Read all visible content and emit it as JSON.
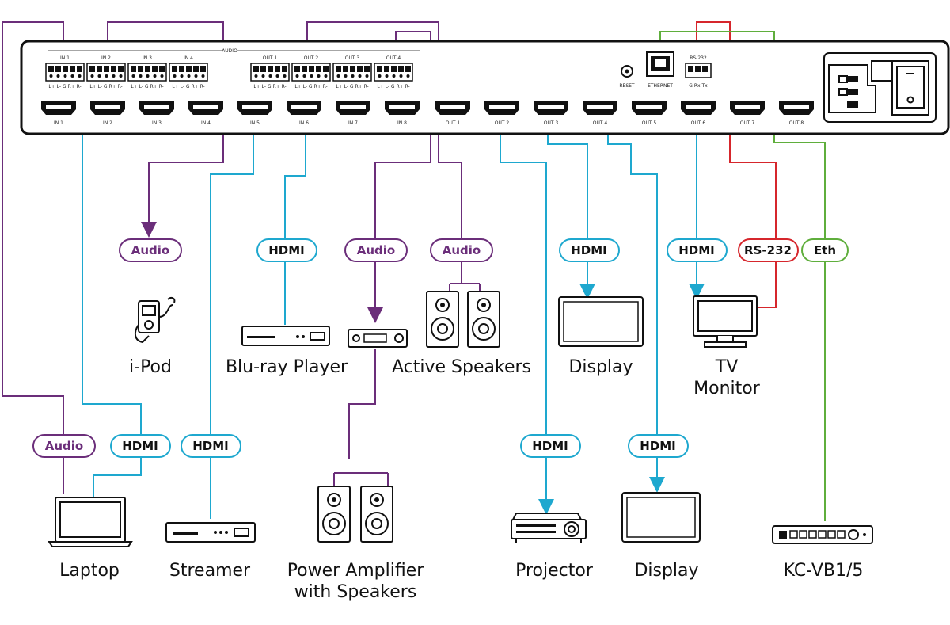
{
  "colors": {
    "audio": "#6b2e7a",
    "hdmi": "#1ea8cf",
    "rs232": "#d6262c",
    "eth": "#5fae3c",
    "device": "#111111"
  },
  "labels": {
    "audio": "Audio",
    "hdmi": "HDMI",
    "rs232": "RS-232",
    "eth": "Eth"
  },
  "panel": {
    "audio_header": "AUDIO",
    "audio_in_ports": [
      "IN 1",
      "IN 2",
      "IN 3",
      "IN 4"
    ],
    "audio_out_ports": [
      "OUT 1",
      "OUT 2",
      "OUT 3",
      "OUT 4"
    ],
    "pin_label": "L+ L- G R+ R-",
    "hdmi_in_ports": [
      "IN 1",
      "IN 2",
      "IN 3",
      "IN 4",
      "IN 5",
      "IN 6",
      "IN 7",
      "IN 8"
    ],
    "hdmi_out_ports": [
      "OUT 1",
      "OUT 2",
      "OUT 3",
      "OUT 4",
      "OUT 5",
      "OUT 6",
      "OUT 7",
      "OUT 8"
    ],
    "reset": "RESET",
    "ethernet": "ETHERNET",
    "rs232": "RS-232",
    "rs232_pins": "G Rx Tx"
  },
  "devices": {
    "ipod": "i-Pod",
    "bluray": "Blu-ray Player",
    "active_speakers": "Active Speakers",
    "display_top": "Display",
    "tv_monitor_line1": "TV",
    "tv_monitor_line2": "Monitor",
    "laptop": "Laptop",
    "streamer": "Streamer",
    "power_amp_line1": "Power Amplifier",
    "power_amp_line2": "with Speakers",
    "projector": "Projector",
    "display_bottom": "Display",
    "kc_vb": "KC-VB1/5"
  }
}
